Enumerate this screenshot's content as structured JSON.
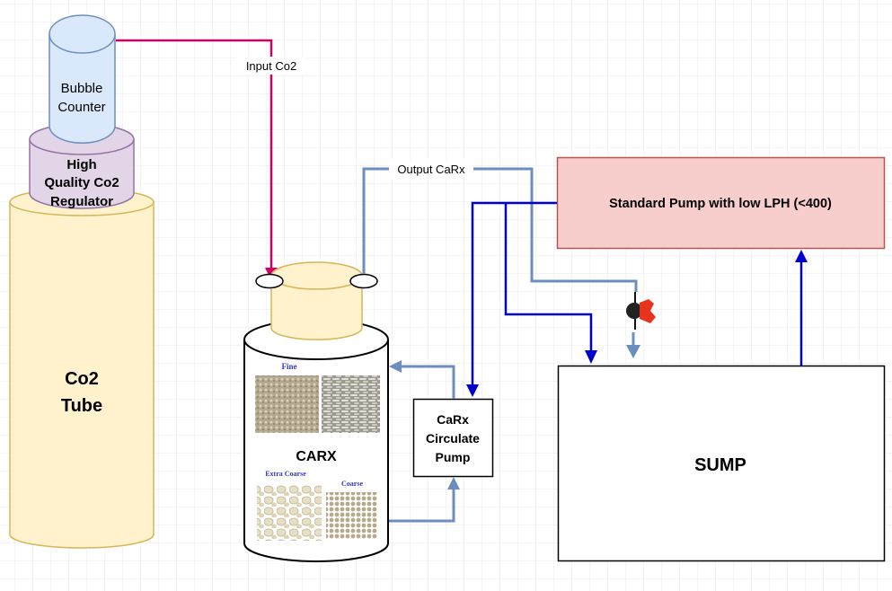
{
  "nodes": {
    "bubble_counter": {
      "line1": "Bubble",
      "line2": "Counter"
    },
    "regulator": {
      "line1": "High",
      "line2": "Quality Co2",
      "line3": "Regulator"
    },
    "co2_tube": {
      "line1": "Co2",
      "line2": "Tube"
    },
    "carx": {
      "label": "CARX",
      "fine": "Fine",
      "extra_coarse": "Extra Coarse",
      "coarse": "Coarse"
    },
    "circulate_pump": {
      "line1": "CaRx",
      "line2": "Circulate",
      "line3": "Pump"
    },
    "standard_pump": {
      "label": "Standard Pump with low LPH (<400)"
    },
    "sump": {
      "label": "SUMP"
    }
  },
  "edges": {
    "input_co2": "Input Co2",
    "output_carx": "Output CaRx"
  },
  "colors": {
    "co2_line": "#cc0066",
    "output_line": "#6c8ebf",
    "pump_line": "#0000cc",
    "pump_fill": "#f8cecc",
    "tube_fill": "#fff2cc",
    "regulator_fill": "#e1d5e7",
    "bubble_fill": "#dae8fc"
  },
  "icons": {
    "valve": "valve-icon"
  }
}
